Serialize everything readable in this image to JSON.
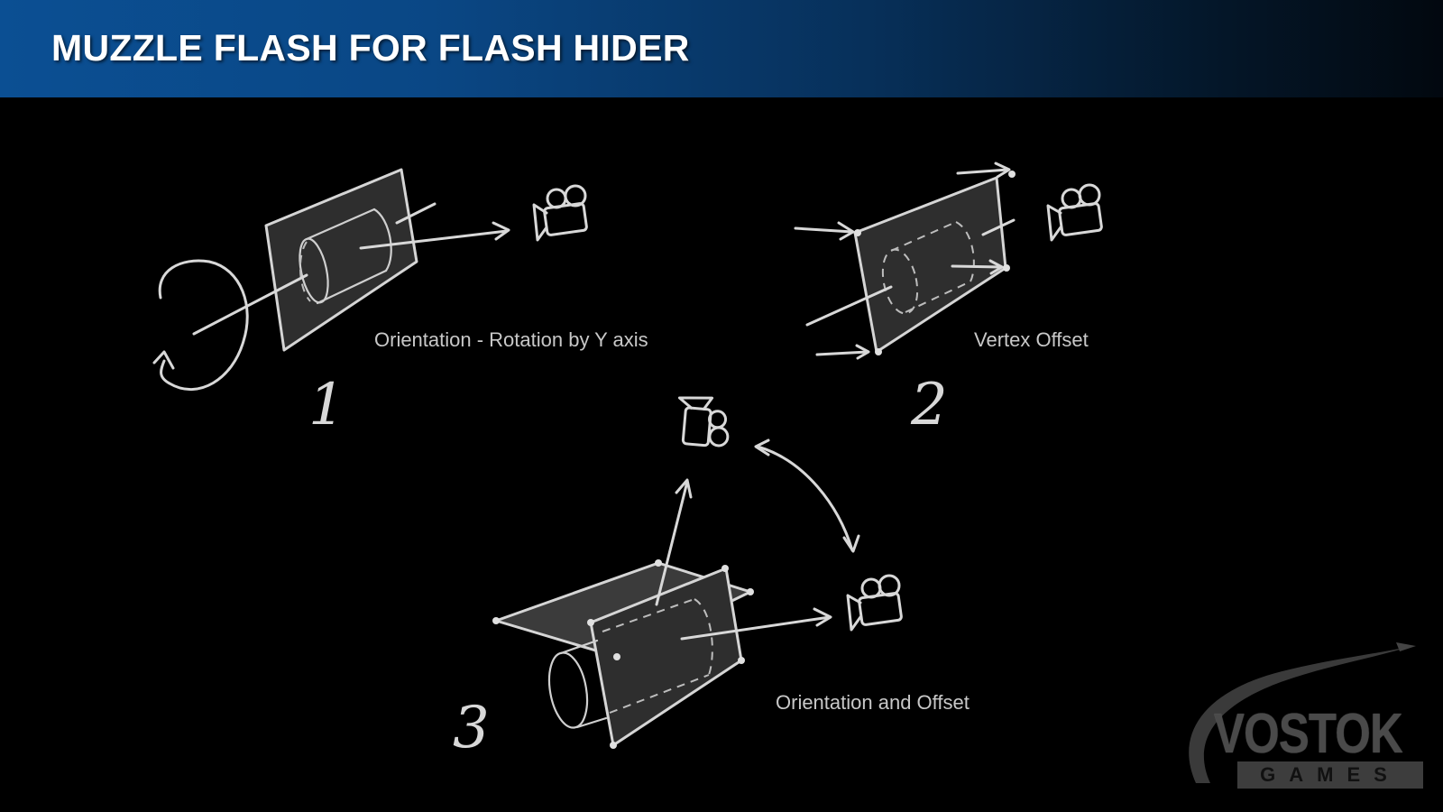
{
  "slide": {
    "title": "MUZZLE FLASH FOR FLASH HIDER"
  },
  "diagrams": [
    {
      "number": "1",
      "caption": "Orientation - Rotation by Y axis"
    },
    {
      "number": "2",
      "caption": "Vertex Offset"
    },
    {
      "number": "3",
      "caption": "Orientation and Offset"
    }
  ],
  "logo": {
    "name": "VOSTOK",
    "subtitle": "GAMES"
  },
  "colors": {
    "header_start": "#0b4f93",
    "header_end": "#02080f",
    "background": "#000000",
    "chalk": "#d8d8d8"
  }
}
